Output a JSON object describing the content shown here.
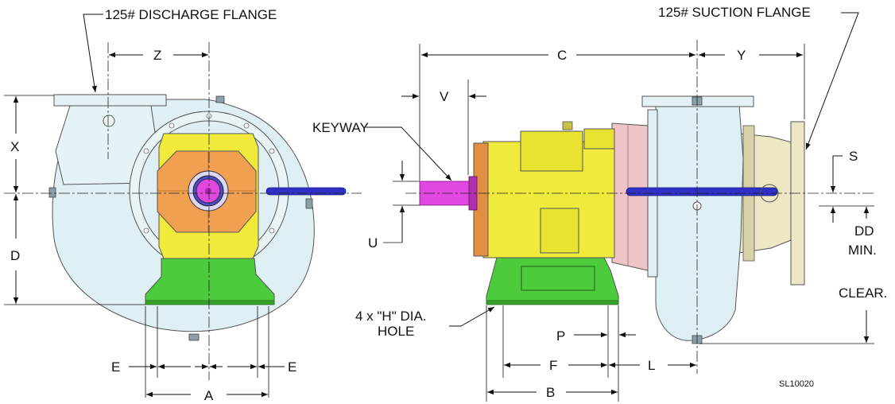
{
  "labels": {
    "discharge_flange": "125# DISCHARGE FLANGE",
    "suction_flange": "125# SUCTION FLANGE",
    "z": "Z",
    "x": "X",
    "d": "D",
    "e_left": "E",
    "e_right": "E",
    "a": "A",
    "c": "C",
    "y": "Y",
    "v": "V",
    "keyway": "KEYWAY",
    "s": "S",
    "u": "U",
    "dd_line1": "DD",
    "dd_line2": "MIN.",
    "dd_line3": "CLEAR.",
    "hole_line1": "4 x \"H\" DIA.",
    "hole_line2": "HOLE",
    "p": "P",
    "f": "F",
    "l": "L",
    "b": "B",
    "drawing_id": "SL10020"
  },
  "colors": {
    "casing": "#dff0f4",
    "motor": "#f0ea3c",
    "adapter": "#f0a050",
    "base": "#4ccc3c",
    "shaft": "#e048e0",
    "pipe": "#3030c8",
    "suction_piece": "#ece7c4",
    "pink": "#efc4c8"
  }
}
